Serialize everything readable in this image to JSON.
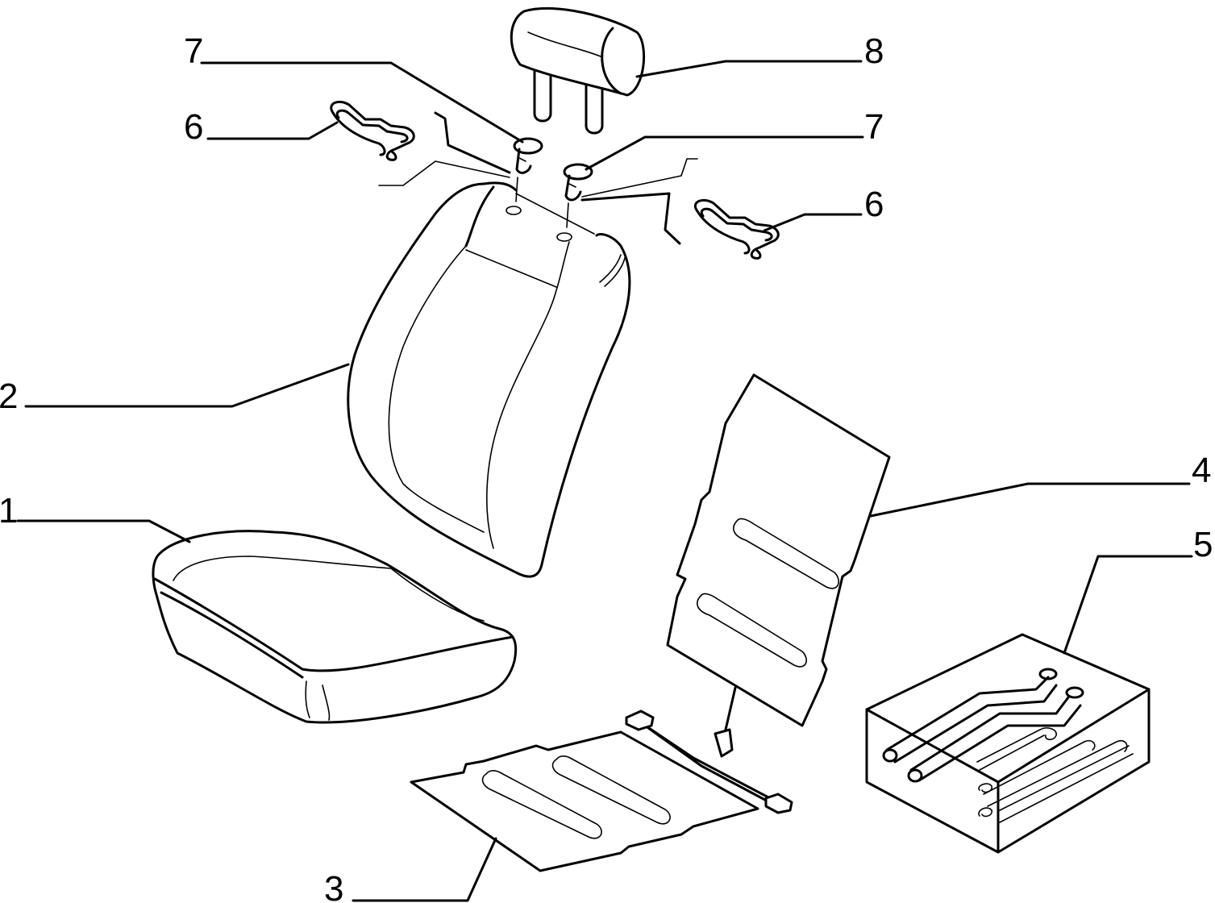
{
  "callouts": {
    "c1": "1",
    "c2": "2",
    "c3": "3",
    "c4": "4",
    "c5": "5",
    "c6a": "6",
    "c6b": "6",
    "c7a": "7",
    "c7b": "7",
    "c8": "8"
  },
  "colors": {
    "line": "#000000",
    "background": "#ffffff"
  }
}
